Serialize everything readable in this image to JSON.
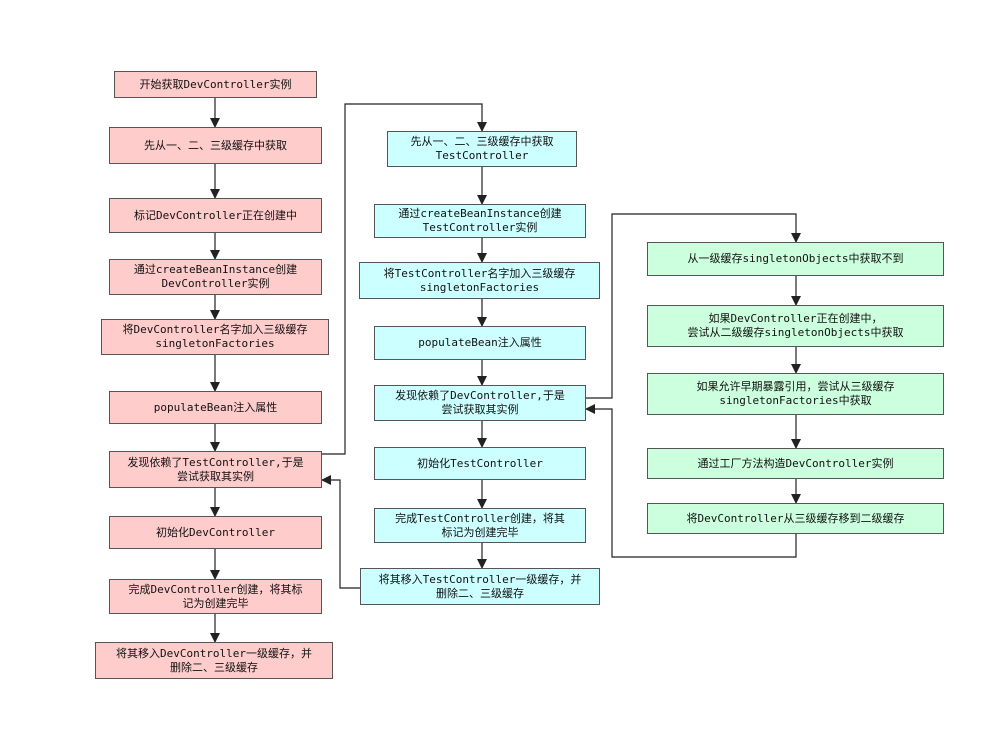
{
  "left_column": [
    "开始获取DevController实例",
    "先从一、二、三级缓存中获取",
    "标记DevController正在创建中",
    "通过createBeanInstance创建\nDevController实例",
    "将DevController名字加入三级缓存\nsingletonFactories",
    "populateBean注入属性",
    "发现依赖了TestController,于是\n尝试获取其实例",
    "初始化DevController",
    "完成DevController创建，将其标\n记为创建完毕",
    "将其移入DevController一级缓存，并\n删除二、三级缓存"
  ],
  "middle_column": [
    "先从一、二、三级缓存中获取\nTestController",
    "通过createBeanInstance创建\nTestController实例",
    "将TestController名字加入三级缓存\nsingletonFactories",
    "populateBean注入属性",
    "发现依赖了DevController,于是\n尝试获取其实例",
    "初始化TestController",
    "完成TestController创建，将其\n标记为创建完毕",
    "将其移入TestController一级缓存，并\n删除二、三级缓存"
  ],
  "right_column": [
    "从一级缓存singletonObjects中获取不到",
    "如果DevController正在创建中，\n尝试从二级缓存singletonObjects中获取",
    "如果允许早期暴露引用，尝试从三级缓存\nsingletonFactories中获取",
    "通过工厂方法构造DevController实例",
    "将DevController从三级缓存移到二级缓存"
  ],
  "colors": {
    "left_fill": "#ffcccc",
    "middle_fill": "#ccffff",
    "right_fill": "#ccffdd",
    "border": "#555555",
    "edge": "#222222"
  }
}
